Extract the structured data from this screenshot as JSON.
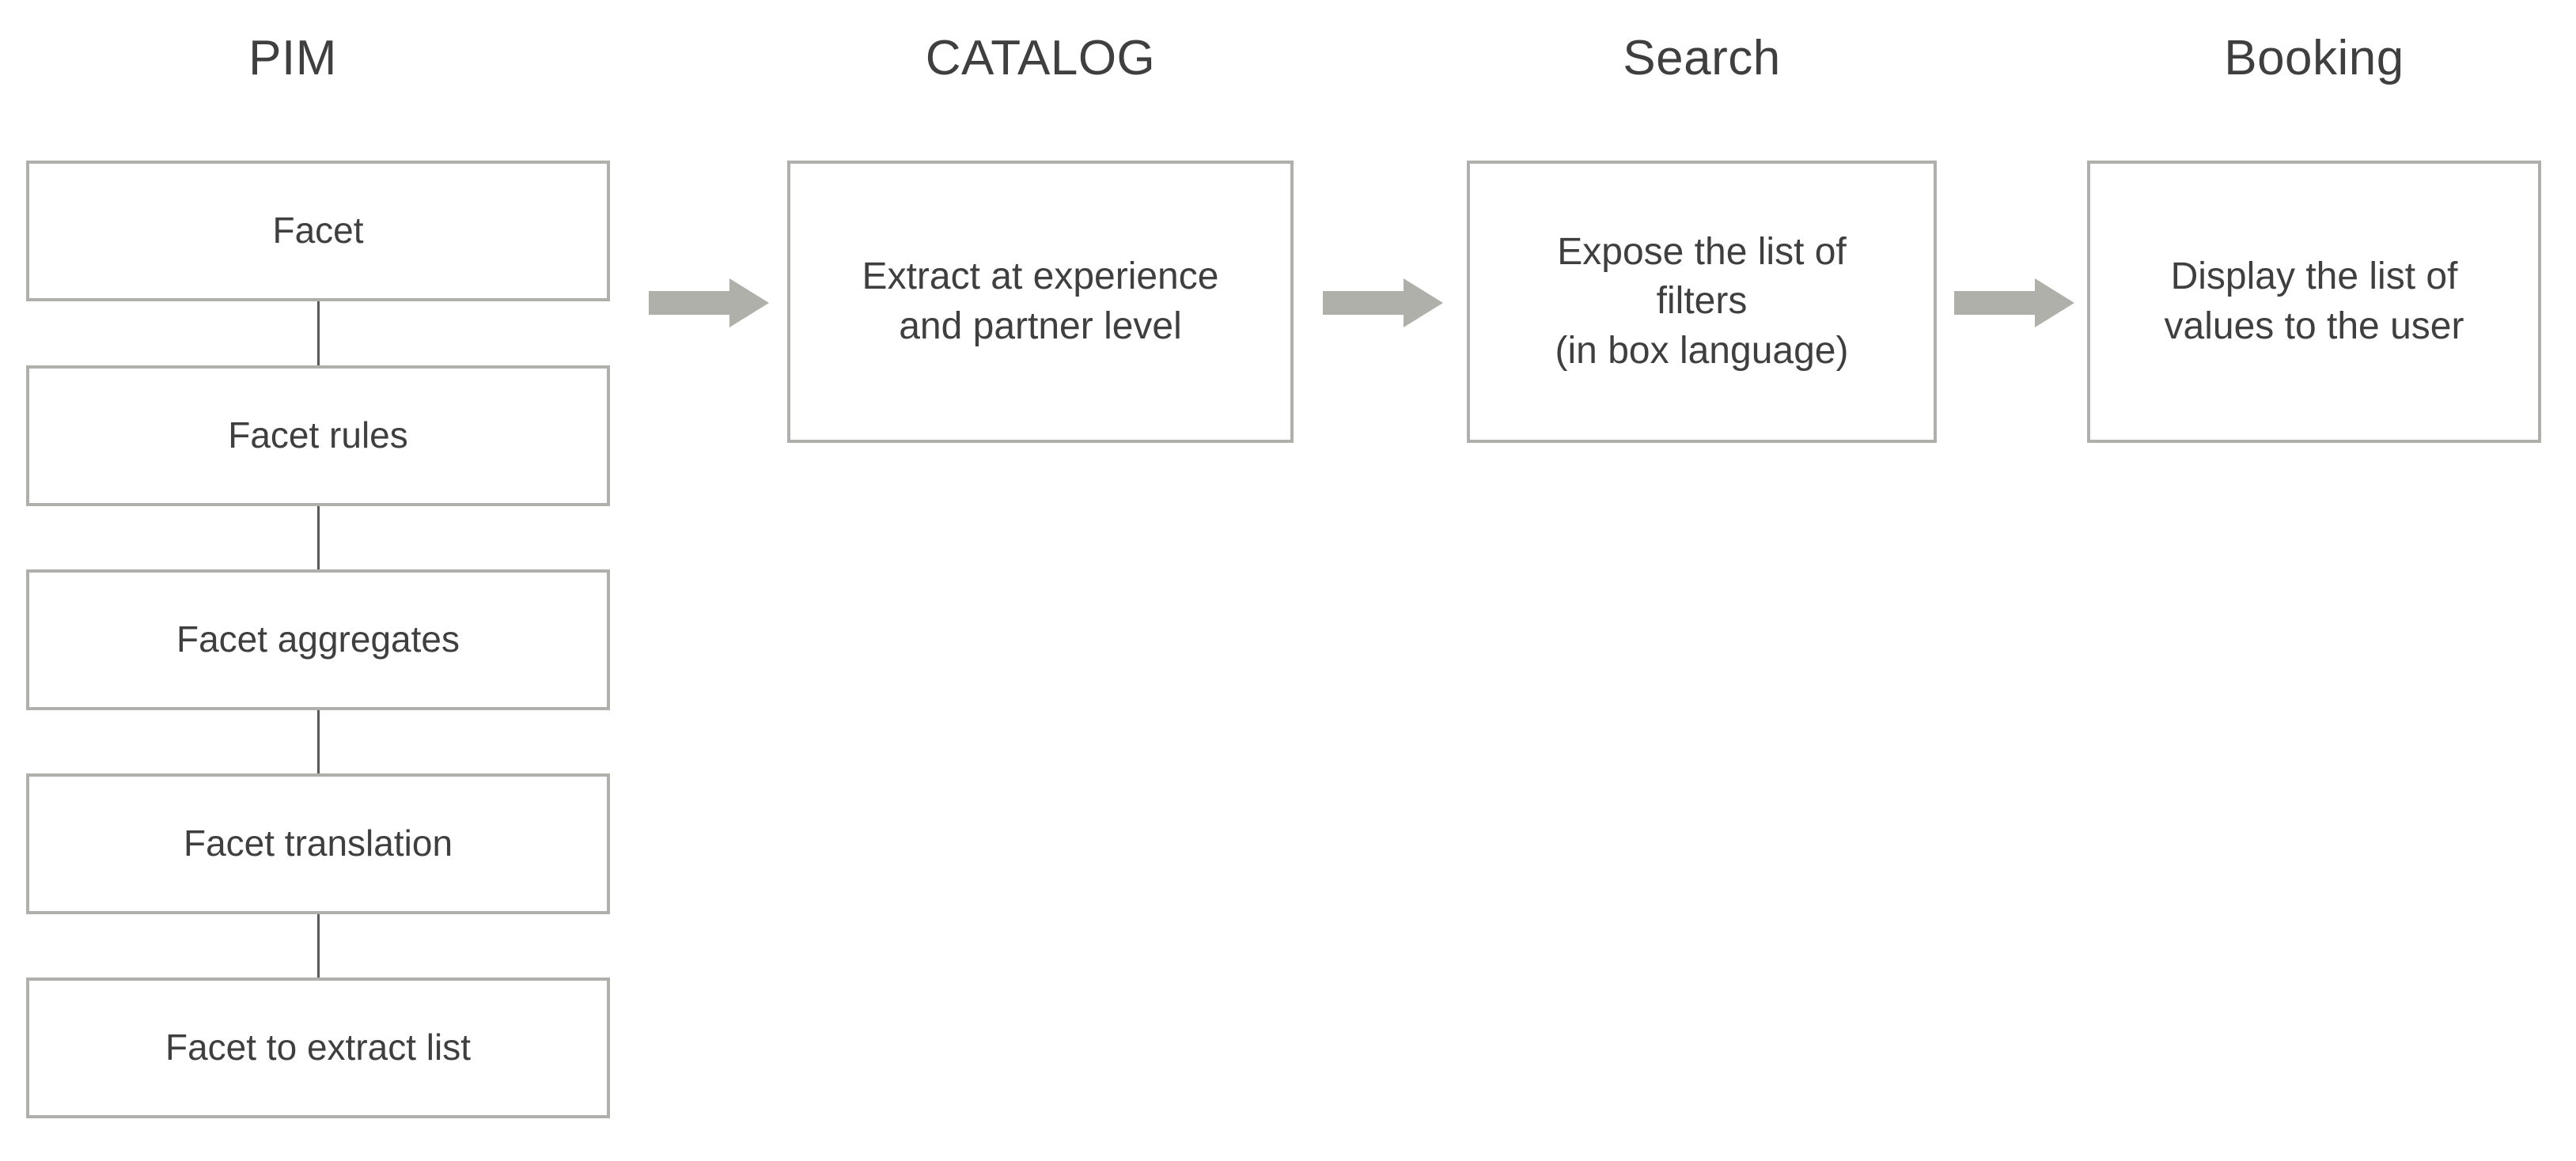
{
  "diagram": {
    "title_color": "#3f3f3f",
    "box_border_color": "#afafac",
    "arrow_color": "#b0b0ab",
    "connector_color": "#595959",
    "background": "#ffffff"
  },
  "columns": [
    {
      "key": "pim",
      "title": "PIM",
      "boxes": [
        {
          "label": "Facet"
        },
        {
          "label": "Facet rules"
        },
        {
          "label": "Facet aggregates"
        },
        {
          "label": "Facet translation"
        },
        {
          "label": "Facet to extract list"
        }
      ]
    },
    {
      "key": "catalog",
      "title": "CATALOG",
      "boxes": [
        {
          "label": "Extract at experience\nand partner level"
        }
      ]
    },
    {
      "key": "search",
      "title": "Search",
      "boxes": [
        {
          "label": "Expose the list of\nfilters\n(in box language)"
        }
      ]
    },
    {
      "key": "booking",
      "title": "Booking",
      "boxes": [
        {
          "label": "Display the list of\nvalues to the user"
        }
      ]
    }
  ],
  "arrows": [
    {
      "from": "pim",
      "to": "catalog",
      "direction": "right"
    },
    {
      "from": "catalog",
      "to": "search",
      "direction": "right"
    },
    {
      "from": "search",
      "to": "booking",
      "direction": "right"
    }
  ]
}
